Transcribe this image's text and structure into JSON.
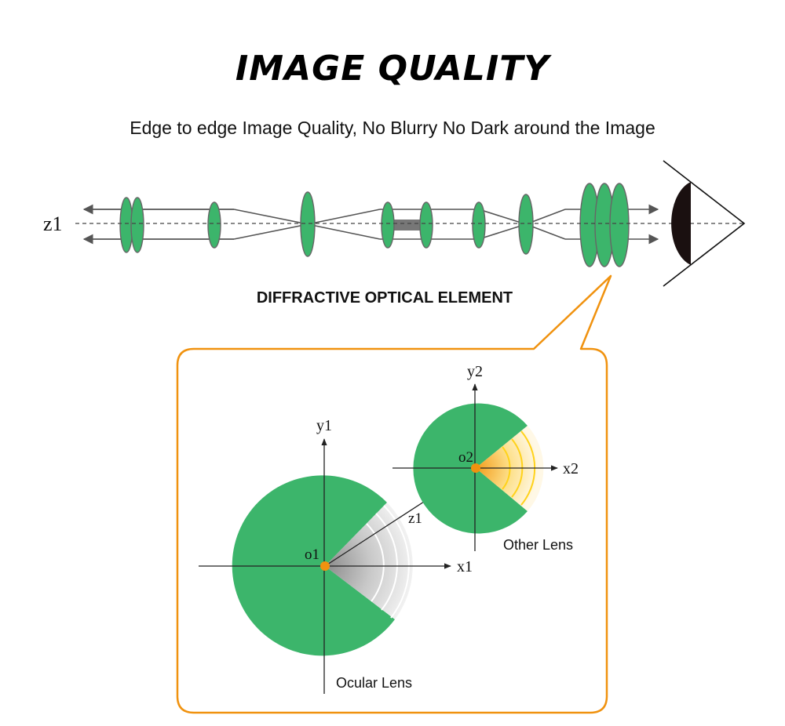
{
  "title": "IMAGE QUALITY",
  "subtitle": "Edge to edge Image Quality, No Blurry No Dark around the Image",
  "optical_path": {
    "axis_label": "z1",
    "element_label": "DIFFRACTIVE OPTICAL ELEMENT"
  },
  "inset": {
    "ocular_lens": {
      "label": "Ocular Lens",
      "origin_label": "o1",
      "x_axis_label": "x1",
      "y_axis_label": "y1"
    },
    "other_lens": {
      "label": "Other Lens",
      "origin_label": "o2",
      "x_axis_label": "x2",
      "y_axis_label": "y2"
    },
    "connector_label": "z1"
  },
  "colors": {
    "lens_green": "#3cb56b",
    "callout_orange": "#f0920f",
    "origin_dot": "#f0920f",
    "eye_dark": "#1a1010",
    "ray_gray": "#555555",
    "stop_gray": "#777777"
  }
}
